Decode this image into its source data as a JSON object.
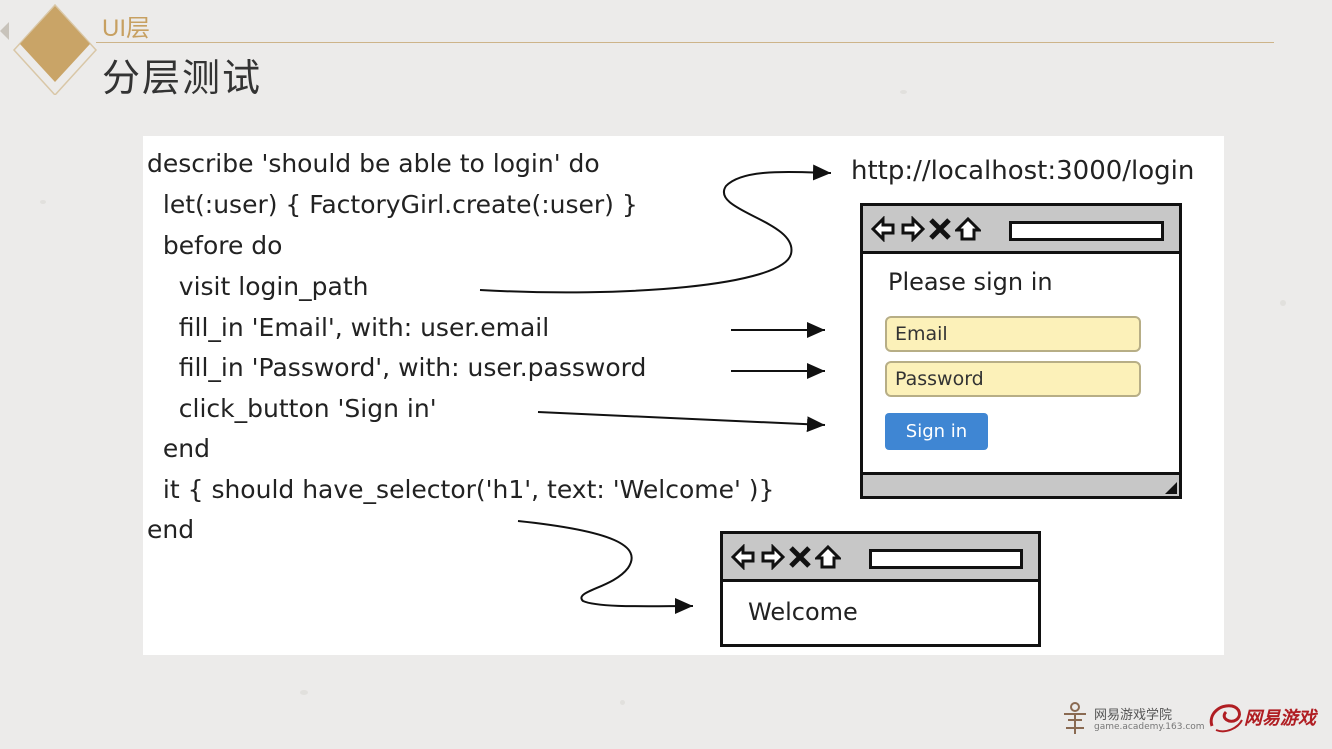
{
  "header": {
    "subtitle": "UI层",
    "title": "分层测试"
  },
  "code": {
    "lines": [
      "describe 'should be able to login' do",
      "  let(:user) { FactoryGirl.create(:user) }",
      "  before do",
      "    visit login_path",
      "    fill_in 'Email', with: user.email",
      "    fill_in 'Password', with: user.password",
      "    click_button 'Sign in'",
      "  end",
      "  it { should have_selector('h1', text: 'Welcome' )}",
      "end"
    ]
  },
  "diagram": {
    "url": "http://localhost:3000/login",
    "login_page": {
      "heading": "Please sign in",
      "email_field": "Email",
      "password_field": "Password",
      "signin_button": "Sign in"
    },
    "welcome_page": {
      "text": "Welcome"
    }
  },
  "footer": {
    "academy_name": "网易游戏学院",
    "academy_url": "game.academy.163.com",
    "games_logo": "网易游戏"
  },
  "colors": {
    "accent_gold": "#c7a061",
    "field_yellow": "#fcf1b9",
    "button_blue": "#3f86d3",
    "brand_red": "#b01e23"
  }
}
